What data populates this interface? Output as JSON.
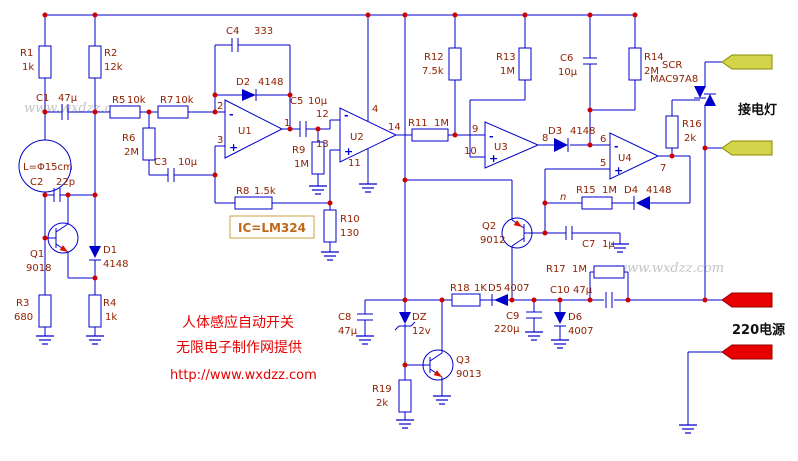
{
  "colors": {
    "wire": "#0000CC",
    "label": "#902000",
    "junction_dot": "#CC0000",
    "red_text": "#E60000",
    "ic_text": "#C06818",
    "watermark": "#C4C4C4",
    "terminal_yellow": "#D4D44A",
    "terminal_red": "#E60000",
    "black_text": "#101010"
  },
  "watermarks": {
    "top_left": "www.wxdzz.com",
    "right": "www.wxdzz.com"
  },
  "titles": {
    "line1": "人体感应自动开关",
    "line2": "无限电子制作网提供",
    "url": "http://www.wxdzz.com",
    "ic_note": "IC=LM324",
    "stray_note": "n"
  },
  "terminals": {
    "lamp": "接电灯",
    "mains": "220电源"
  },
  "scr": {
    "ref": "SCR",
    "model": "MAC97A8"
  },
  "signs": {
    "minus": "-",
    "plus": "+"
  },
  "inductor": {
    "label": "L=Φ15cm"
  },
  "opamps": {
    "U1": {
      "name": "U1",
      "pin_in_top": "2",
      "pin_in_bot": "3",
      "pin_out": "1"
    },
    "U2": {
      "name": "U2",
      "pin_in_top": "12",
      "pin_in_bot": "13",
      "pin_out": "14",
      "pin_vcc": "4",
      "pin_gnd": "11"
    },
    "U3": {
      "name": "U3",
      "pin_in_top": "9",
      "pin_in_bot": "10",
      "pin_out": "8"
    },
    "U4": {
      "name": "U4",
      "pin_in_top": "6",
      "pin_in_bot": "5",
      "pin_out": "7"
    }
  },
  "components": {
    "R1": {
      "ref": "R1",
      "value": "1k"
    },
    "R2": {
      "ref": "R2",
      "value": "12k"
    },
    "R3": {
      "ref": "R3",
      "value": "680"
    },
    "R4": {
      "ref": "R4",
      "value": "1k"
    },
    "R5": {
      "ref": "R5",
      "value": "10k"
    },
    "R6": {
      "ref": "R6",
      "value": "2M"
    },
    "R7": {
      "ref": "R7",
      "value": "10k"
    },
    "R8": {
      "ref": "R8",
      "value": "1.5k"
    },
    "R9": {
      "ref": "R9",
      "value": "1M"
    },
    "R10": {
      "ref": "R10",
      "value": "130"
    },
    "R11": {
      "ref": "R11",
      "value": "1M"
    },
    "R12": {
      "ref": "R12",
      "value": "7.5k"
    },
    "R13": {
      "ref": "R13",
      "value": "1M"
    },
    "R14": {
      "ref": "R14",
      "value": "2M"
    },
    "R15": {
      "ref": "R15",
      "value": "1M"
    },
    "R16": {
      "ref": "R16",
      "value": "2k"
    },
    "R17": {
      "ref": "R17",
      "value": "1M"
    },
    "R18": {
      "ref": "R18",
      "value": "1K"
    },
    "R19": {
      "ref": "R19",
      "value": "2k"
    },
    "C1": {
      "ref": "C1",
      "value": "47μ"
    },
    "C2": {
      "ref": "C2",
      "value": "22p"
    },
    "C3": {
      "ref": "C3",
      "value": "10μ"
    },
    "C4": {
      "ref": "C4",
      "value": "333"
    },
    "C5": {
      "ref": "C5",
      "value": "10μ"
    },
    "C6": {
      "ref": "C6",
      "value": "10μ"
    },
    "C7": {
      "ref": "C7",
      "value": "1μ"
    },
    "C8": {
      "ref": "C8",
      "value": "47μ"
    },
    "C9": {
      "ref": "C9",
      "value": "220μ"
    },
    "C10": {
      "ref": "C10",
      "value": "47μ"
    },
    "D1": {
      "ref": "D1",
      "value": "4148"
    },
    "D2": {
      "ref": "D2",
      "value": "4148"
    },
    "D3": {
      "ref": "D3",
      "value": "4148"
    },
    "D4": {
      "ref": "D4",
      "value": "4148"
    },
    "D5": {
      "ref": "D5",
      "value": "4007"
    },
    "D6": {
      "ref": "D6",
      "value": "4007"
    },
    "DZ": {
      "ref": "DZ",
      "value": "12v"
    },
    "Q1": {
      "ref": "Q1",
      "value": "9018"
    },
    "Q2": {
      "ref": "Q2",
      "value": "9012"
    },
    "Q3": {
      "ref": "Q3",
      "value": "9013"
    }
  }
}
